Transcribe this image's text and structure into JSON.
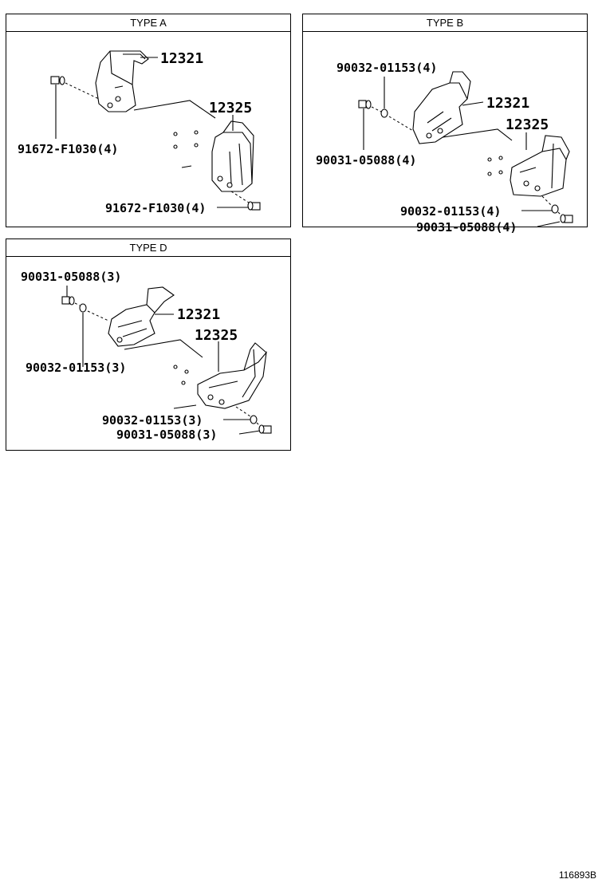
{
  "panels": [
    {
      "title": "TYPE A",
      "labels": [
        "12321",
        "12325",
        "91672-F1030(4)",
        "91672-F1030(4)"
      ]
    },
    {
      "title": "TYPE B",
      "labels": [
        "90032-01153(4)",
        "12321",
        "12325",
        "90031-05088(4)",
        "90032-01153(4)",
        "90031-05088(4)"
      ]
    },
    {
      "title": "TYPE D",
      "labels": [
        "90031-05088(3)",
        "12321",
        "12325",
        "90032-01153(3)",
        "90032-01153(3)",
        "90031-05088(3)"
      ]
    }
  ],
  "figure_ref": "116893B"
}
